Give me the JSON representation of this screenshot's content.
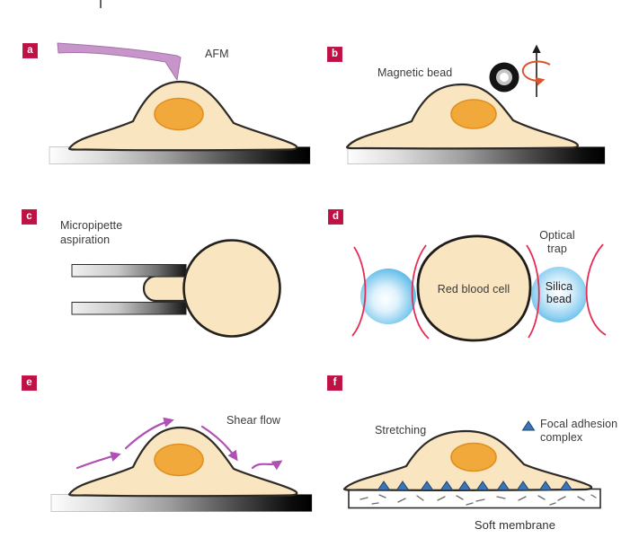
{
  "figure": {
    "panel_letters": {
      "a": "a",
      "b": "b",
      "c": "c",
      "d": "d",
      "e": "e",
      "f": "f"
    },
    "labels": {
      "afm": "AFM",
      "magnetic_bead": "Magnetic bead",
      "micropipette_line1": "Micropipette",
      "micropipette_line2": "aspiration",
      "optical_trap_line1": "Optical",
      "optical_trap_line2": "trap",
      "red_blood_cell": "Red blood cell",
      "silica_bead_line1": "Silica",
      "silica_bead_line2": "bead",
      "shear_flow": "Shear flow",
      "stretching": "Stretching",
      "focal_adhesion_line1": "Focal adhesion",
      "focal_adhesion_line2": "complex",
      "soft_membrane": "Soft membrane"
    },
    "colors": {
      "panel_label_bg": "#be1245",
      "cell_fill": "#fae5c1",
      "cell_outline": "#2e2a25",
      "nucleus_fill": "#f2a93c",
      "nucleus_outline": "#e0901f",
      "afm_cantilever": "#c795c9",
      "magnetic_rotation_arrow": "#d9532b",
      "shear_flow_arrow": "#b04fb4",
      "laser_beam": "#e62c55",
      "silica_bead_blue": "#2fa8de",
      "focal_adhesion_triangle": "#3e74b4",
      "substrate_dark": "#000000"
    }
  }
}
